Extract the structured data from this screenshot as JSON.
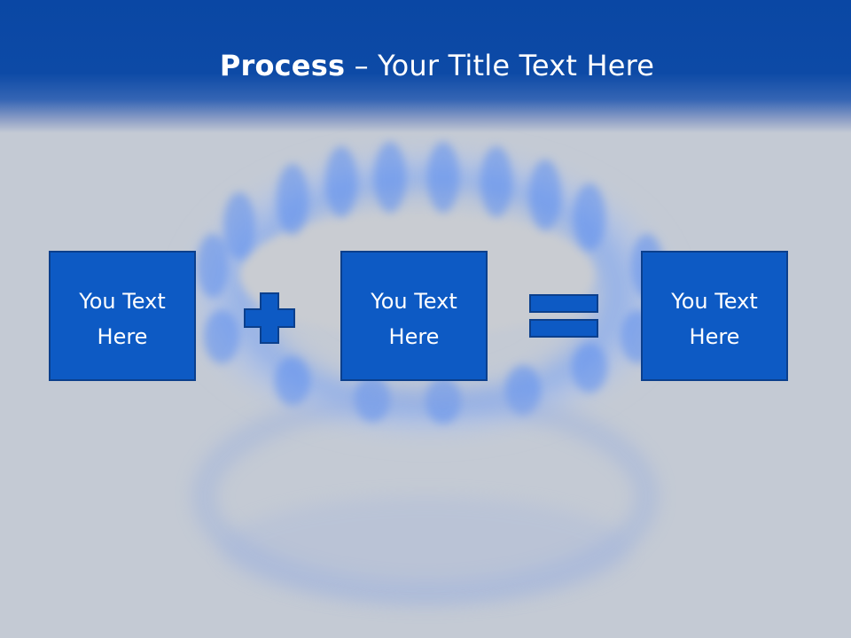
{
  "slide": {
    "title_bold": "Process",
    "title_rest": " – Your Title Text Here"
  },
  "process": {
    "boxes": [
      {
        "line1": "You Text",
        "line2": "Here"
      },
      {
        "line1": "You Text",
        "line2": "Here"
      },
      {
        "line1": "You Text",
        "line2": "Here"
      }
    ],
    "operators": [
      "plus-icon",
      "equals-icon"
    ]
  },
  "colors": {
    "header_blue": "#0a47a4",
    "box_fill": "#0d5ac4",
    "box_border": "#0b3f8c",
    "background": "#c6ccd6"
  }
}
